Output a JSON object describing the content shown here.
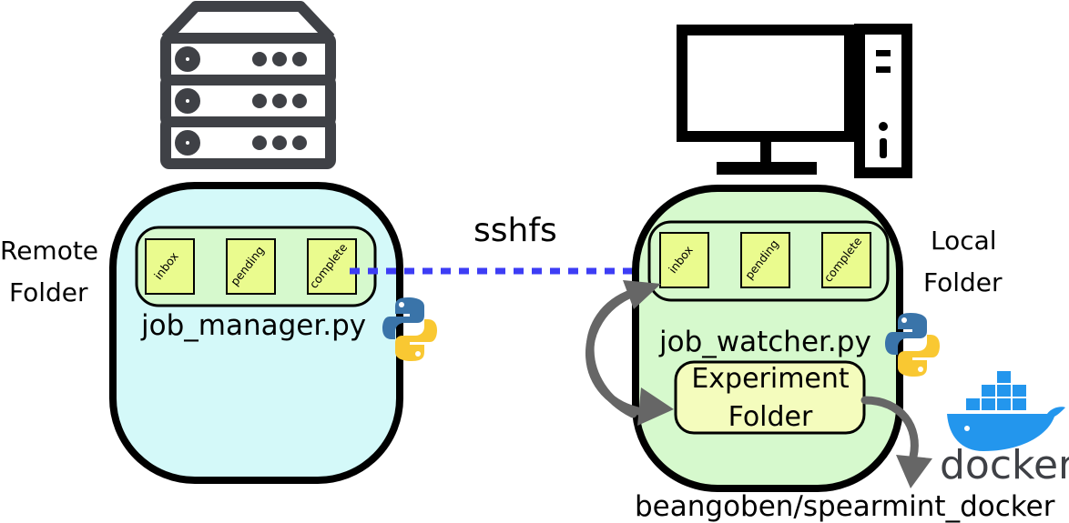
{
  "remote": {
    "label_line1": "Remote",
    "label_line2": "Folder",
    "script_name": "job_manager.py",
    "folders": [
      "inbox",
      "pending",
      "complete"
    ],
    "color": "#d4f9f9",
    "server_icon": "server-icon"
  },
  "local": {
    "label_line1": "Local",
    "label_line2": "Folder",
    "script_name": "job_watcher.py",
    "folders": [
      "inbox",
      "pending",
      "complete"
    ],
    "color": "#d6f9cd",
    "computer_icon": "desktop-computer-icon",
    "experiment_line1": "Experiment",
    "experiment_line2": "Folder",
    "experiment_color": "#f4fcbd"
  },
  "connection": {
    "label": "sshfs",
    "color": "#3d3df5"
  },
  "docker": {
    "wordmark": "docker",
    "image_name": "beangoben/spearmint_docker",
    "whale_color": "#2396ed"
  },
  "folder_color": "#eafb8e",
  "arrow_color": "#666666",
  "python_icon": "python-logo-icon"
}
